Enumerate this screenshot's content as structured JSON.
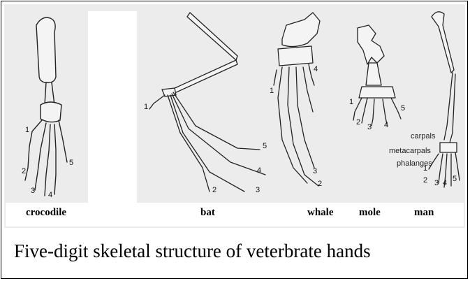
{
  "animals": {
    "crocodile": "crocodile",
    "bat": "bat",
    "whale": "whale",
    "mole": "mole",
    "man": "man"
  },
  "digits": [
    "1",
    "2",
    "3",
    "4",
    "5"
  ],
  "bones": {
    "carpals": "carpals",
    "metacarpals": "metacarpals",
    "phalanges": "phalanges"
  },
  "caption": "Five-digit skeletal structure of veterbrate hands"
}
